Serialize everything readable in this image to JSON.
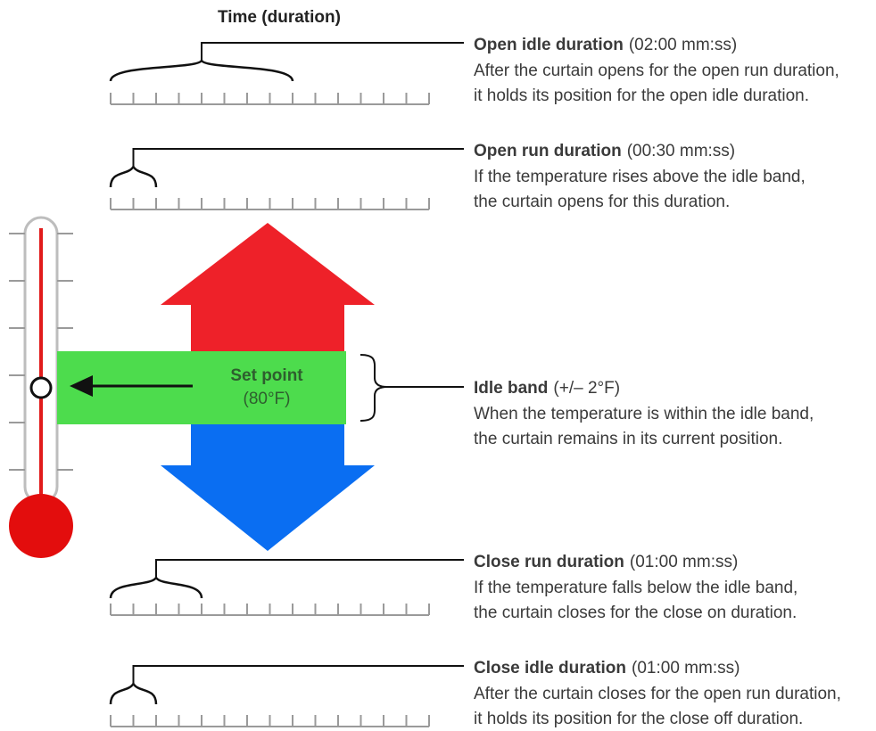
{
  "header": {
    "title": "Time (duration)"
  },
  "setpoint": {
    "label": "Set point",
    "value": "(80°F)"
  },
  "colors": {
    "hot": "#ee2129",
    "cold": "#0a6ef2",
    "band": "#4ddc4d",
    "mercury": "#e11b1b",
    "ruler": "#9a9a9a",
    "ink": "#111111",
    "text": "#3a3a3a"
  },
  "annotations": [
    {
      "title": "Open idle duration",
      "value": "(02:00 mm:ss)",
      "line1": "After the curtain opens for the open run duration,",
      "line2": "it holds its position for the open idle duration."
    },
    {
      "title": "Open run duration",
      "value": "(00:30 mm:ss)",
      "line1": "If the temperature rises above the idle band,",
      "line2": "the curtain opens for this duration."
    },
    {
      "title": "Idle band",
      "value": "(+/– 2°F)",
      "line1": "When the temperature is within the idle band,",
      "line2": "the curtain remains in its current position."
    },
    {
      "title": "Close run duration",
      "value": "(01:00 mm:ss)",
      "line1": "If the temperature falls below the idle band,",
      "line2": "the curtain closes for the close on duration."
    },
    {
      "title": "Close idle duration",
      "value": "(01:00 mm:ss)",
      "line1": "After the curtain closes for the open run duration,",
      "line2": "it holds its position for the close off duration."
    }
  ],
  "timelines": [
    {
      "span_ticks": 8
    },
    {
      "span_ticks": 2
    },
    {
      "span_ticks": 4
    },
    {
      "span_ticks": 2
    }
  ],
  "icons": [
    "thermometer-icon",
    "up-arrow-icon",
    "down-arrow-icon",
    "left-arrow-icon"
  ]
}
